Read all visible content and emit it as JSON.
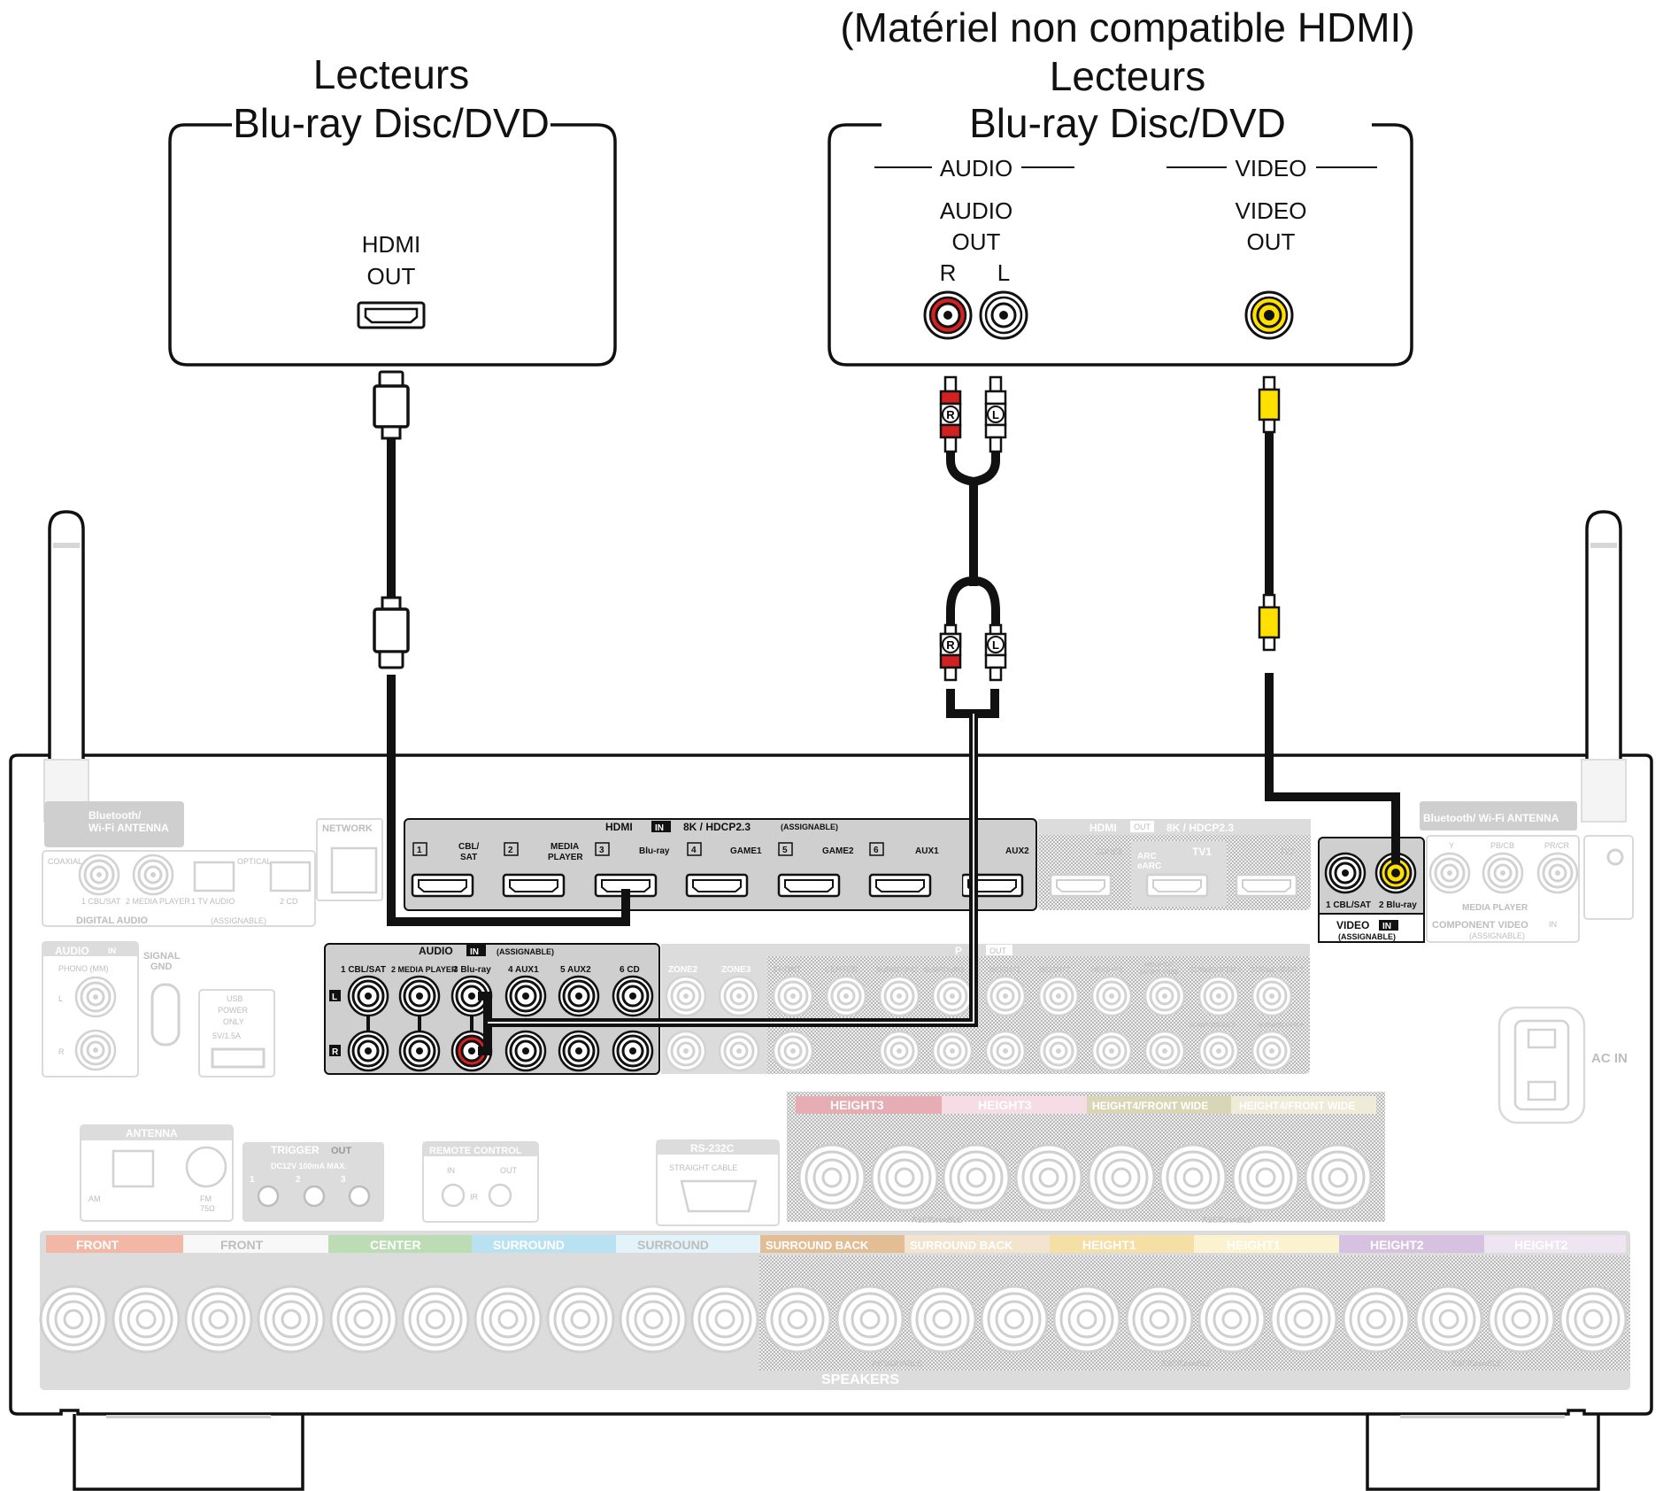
{
  "devices": {
    "hdmi_player": {
      "title_line1": "Lecteurs",
      "title_line2": "Blu-ray Disc/DVD",
      "port_line1": "HDMI",
      "port_line2": "OUT"
    },
    "analog_player": {
      "note": "(Matériel non compatible HDMI)",
      "title_line1": "Lecteurs",
      "title_line2": "Blu-ray Disc/DVD",
      "audio_section": "AUDIO",
      "video_section": "VIDEO",
      "audio_line1": "AUDIO",
      "audio_line2": "OUT",
      "video_line1": "VIDEO",
      "video_line2": "OUT",
      "right": "R",
      "left": "L"
    }
  },
  "plugs": {
    "right": "R",
    "left": "L"
  },
  "receiver": {
    "bt_antenna": "Bluetooth/ Wi-Fi ANTENNA",
    "bt_antenna_left_1": "Bluetooth/",
    "bt_antenna_left_2": "Wi-Fi ANTENNA",
    "network": "NETWORK",
    "digital_audio": "DIGITAL AUDIO",
    "assignable_paren": "(ASSIGNABLE)",
    "coaxial": "COAXIAL",
    "optical": "OPTICAL",
    "dig_labels": [
      "1 CBL/SAT",
      "2 MEDIA PLAYER",
      "1 TV AUDIO",
      "2 CD"
    ],
    "hdmi_in": {
      "title": "HDMI",
      "in": "IN",
      "spec": "8K / HDCP2.3",
      "assignable": "(ASSIGNABLE)",
      "nums": [
        "1",
        "2",
        "3",
        "4",
        "5",
        "6"
      ],
      "labels": [
        "CBL/",
        "SAT",
        "MEDIA",
        "PLAYER",
        "Blu-ray",
        "GAME1",
        "GAME2",
        "AUX1",
        "AUX2"
      ]
    },
    "hdmi_out": {
      "title": "HDMI",
      "out": "OUT",
      "spec": "8K / HDCP2.3",
      "zone2": "ZONE2",
      "arc1": "ARC",
      "arc2": "eARC",
      "tv1": "TV1",
      "tv2": "TV2"
    },
    "video_in": {
      "title": "VIDEO",
      "in": "IN",
      "assignable": "(ASSIGNABLE)",
      "labels": [
        "1 CBL/SAT",
        "2 Blu-ray"
      ]
    },
    "component": {
      "title": "COMPONENT VIDEO",
      "in": "IN",
      "assignable": "(ASSIGNABLE)",
      "media": "MEDIA PLAYER",
      "labels": [
        "Y",
        "PB/CB",
        "PR/CR"
      ]
    },
    "audio_in": {
      "title": "AUDIO",
      "in": "IN",
      "assignable": "(ASSIGNABLE)",
      "labels": [
        "1 CBL/SAT",
        "2 MEDIA PLAYER",
        "3 Blu-ray",
        "4 AUX1",
        "5 AUX2",
        "6 CD"
      ],
      "l": "L",
      "r": "R"
    },
    "pre_out": {
      "title1": "P",
      "title2": "OUT",
      "labels": [
        "ZONE2",
        "ZONE3",
        "FRONT",
        "CENTER",
        "SURROUND",
        "SURROUND",
        "HEIGHT1",
        "HEIGHT2",
        "HEIGHT3",
        "HEIGHT4/",
        "FRONT WIDE",
        "SUBWOOFER 1",
        "SUBWOOFER 2"
      ],
      "sub3": "SUBWOOFER 3",
      "sub4": "SUBWOOFER 4"
    },
    "phono": {
      "title": "AUDIO",
      "in": "IN",
      "sub": "PHONO (MM)",
      "l": "L",
      "r": "R",
      "signal1": "SIGNAL",
      "signal2": "GND"
    },
    "usb": {
      "l1": "USB",
      "l2": "POWER",
      "l3": "ONLY",
      "l4": "5V/1.5A"
    },
    "ac_in": "AC IN",
    "antenna": {
      "title": "ANTENNA",
      "am": "AM",
      "fm": "FM",
      "ohm": "75Ω"
    },
    "trigger": {
      "title": "TRIGGER",
      "out": "OUT",
      "spec": "DC12V 100mA MAX.",
      "nums": [
        "1",
        "2",
        "3"
      ]
    },
    "remote": {
      "title": "REMOTE CONTROL",
      "in": "IN",
      "out": "OUT",
      "ir": "IR"
    },
    "rs232c": {
      "title": "RS-232C",
      "sub": "STRAIGHT CABLE"
    },
    "height_top": [
      "HEIGHT3",
      "HEIGHT3",
      "HEIGHT4/FRONT WIDE",
      "HEIGHT4/FRONT WIDE"
    ],
    "speaker_groups": [
      "FRONT",
      "FRONT",
      "CENTER",
      "SURROUND",
      "SURROUND",
      "SURROUND BACK",
      "SURROUND BACK",
      "HEIGHT1",
      "HEIGHT1",
      "HEIGHT2",
      "HEIGHT2"
    ],
    "speaker_ch": {
      "r": "R",
      "l": "L"
    },
    "assignable": "ASSIGNABLE",
    "speakers": "SPEAKERS"
  },
  "colors": {
    "red": "#d32020",
    "white": "#ffffff",
    "yellow": "#ffe000",
    "black": "#000000",
    "panel_dark": "#cccccc",
    "panel_light": "#e3e3e3",
    "front_r": "#f3b7a6",
    "front_l": "#f8f8f8",
    "center": "#bcdcb3",
    "surround_r": "#b8e2f2",
    "surround_l": "#e3f3fa",
    "surround_back_r": "#e3bd93",
    "surround_back_l": "#f3e4cf",
    "height1_r": "#f5dfa5",
    "height1_l": "#fbf2cf",
    "height2_r": "#d6c2e0",
    "height2_l": "#eee4f2",
    "height3_r": "#e6adb4",
    "height3_l": "#f6dde5",
    "height4_r": "#d9d6b8",
    "height4_l": "#eeecd9"
  }
}
